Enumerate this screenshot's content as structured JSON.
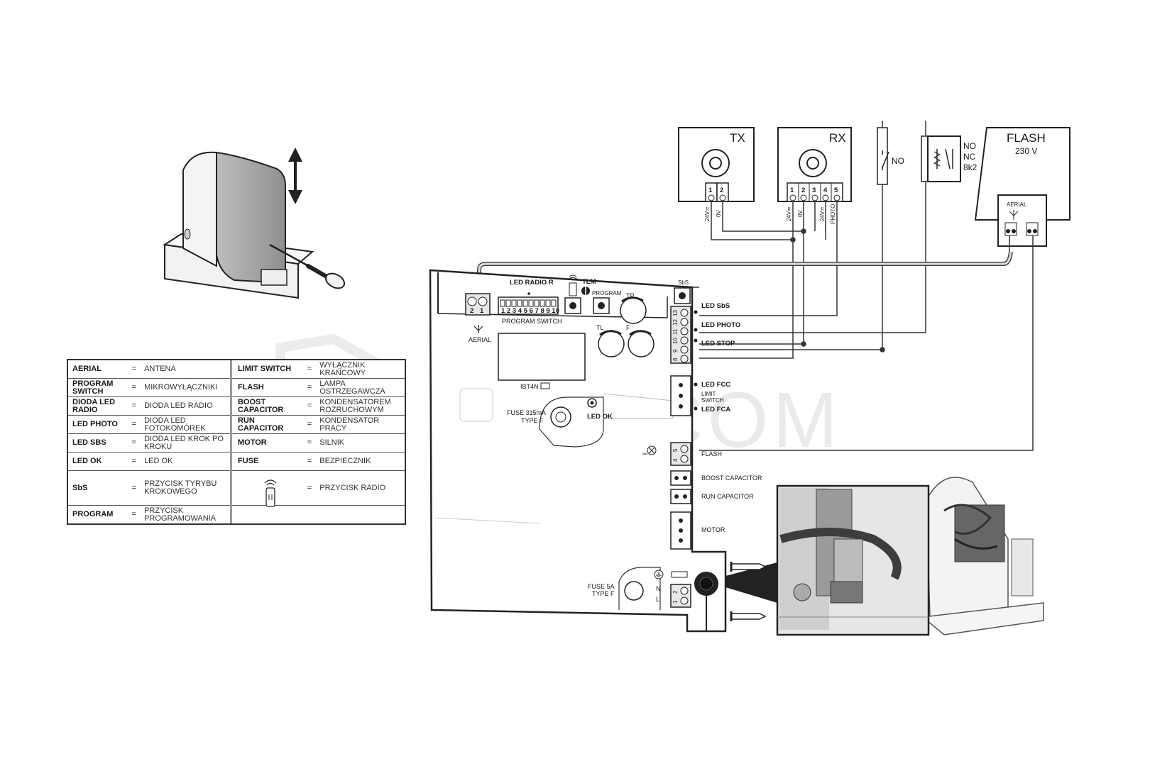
{
  "watermark": "PLUSCOM",
  "legend": [
    {
      "k1": "AERIAL",
      "v1": "ANTENA",
      "k2": "LIMIT SWITCH",
      "v2": "WYŁĄCZNIK KRAŃCOWY"
    },
    {
      "k1": "PROGRAM SWITCH",
      "v1": "MIKROWYŁĄCZNIKI",
      "k2": "FLASH",
      "v2": "LAMPA OSTRZEGAWCZA"
    },
    {
      "k1": "DIODA LED RADIO",
      "v1": "DIODA LED RADIO",
      "k2": "BOOST CAPACITOR",
      "v2": "KONDENSATOREM ROZRUCHOWYM"
    },
    {
      "k1": "LED PHOTO",
      "v1": "DIODA LED FOTOKOMÓREK",
      "k2": "RUN CAPACITOR",
      "v2": "KONDENSATOR PRACY"
    },
    {
      "k1": "LED SBS",
      "v1": "DIODA LED KROK PO KROKU",
      "k2": "MOTOR",
      "v2": "SILNIK"
    },
    {
      "k1": "LED OK",
      "v1": "LED OK",
      "k2": "FUSE",
      "v2": "BEZPIECZNIK"
    },
    {
      "k1": "SbS",
      "v1": "PRZYCISK TYRYBU KROKOWEGO",
      "k2": "",
      "v2": "PRZYCISK RADIO"
    },
    {
      "k1": "PROGRAM",
      "v1": "PRZYCISK PROGRAMOWANIA",
      "k2": "",
      "v2": ""
    }
  ],
  "legend_eq": "=",
  "devices": {
    "tx": {
      "title": "TX",
      "terms": [
        "1",
        "2"
      ],
      "wires": [
        "24V≂",
        "0V"
      ]
    },
    "rx": {
      "title": "RX",
      "terms": [
        "1",
        "2",
        "3",
        "4",
        "5"
      ],
      "wires": [
        "24V≂",
        "0V",
        "24V≂",
        "PHOTO"
      ]
    },
    "stop": {
      "label": "NO"
    },
    "safety": {
      "labels": [
        "NO",
        "NC",
        "8k2"
      ]
    },
    "flash": {
      "title": "FLASH",
      "voltage": "230 V",
      "aerial": "AERIAL"
    }
  },
  "board": {
    "led_radio": "LED RADIO R",
    "dip_numbers": "1 2 3 4 5 6 7 8 9 10",
    "program_switch": "PROGRAM SWITCH",
    "aerial": "AERIAL",
    "aerial_terms": [
      "2",
      "1"
    ],
    "tlm": "TLM",
    "program": "PROGRAM",
    "sbs": "SbS",
    "tp": "TP",
    "tl": "TL",
    "f": "F",
    "ibt4n": "IBT4N",
    "fuse1": [
      "FUSE 315mA",
      "TYPE F"
    ],
    "led_ok": "LED OK",
    "fuse2": [
      "FUSE 5A",
      "TYPE F"
    ],
    "terminal_block": [
      "13",
      "12",
      "11",
      "10",
      "9",
      "8"
    ],
    "flash_terms": [
      "5",
      "4"
    ],
    "power_terms": [
      "2",
      "1"
    ],
    "n": "N",
    "l": "L",
    "side_labels": {
      "led_sbs": "LED SbS",
      "led_photo": "LED PHOTO",
      "led_stop": "LED STOP",
      "led_fcc": "LED FCC",
      "limit_switch": [
        "LIMIT",
        "SWITCH"
      ],
      "led_fca": "LED FCA",
      "flash": "FLASH",
      "boost": "BOOST  CAPACITOR",
      "run": "RUN CAPACITOR",
      "motor": "MOTOR"
    }
  }
}
